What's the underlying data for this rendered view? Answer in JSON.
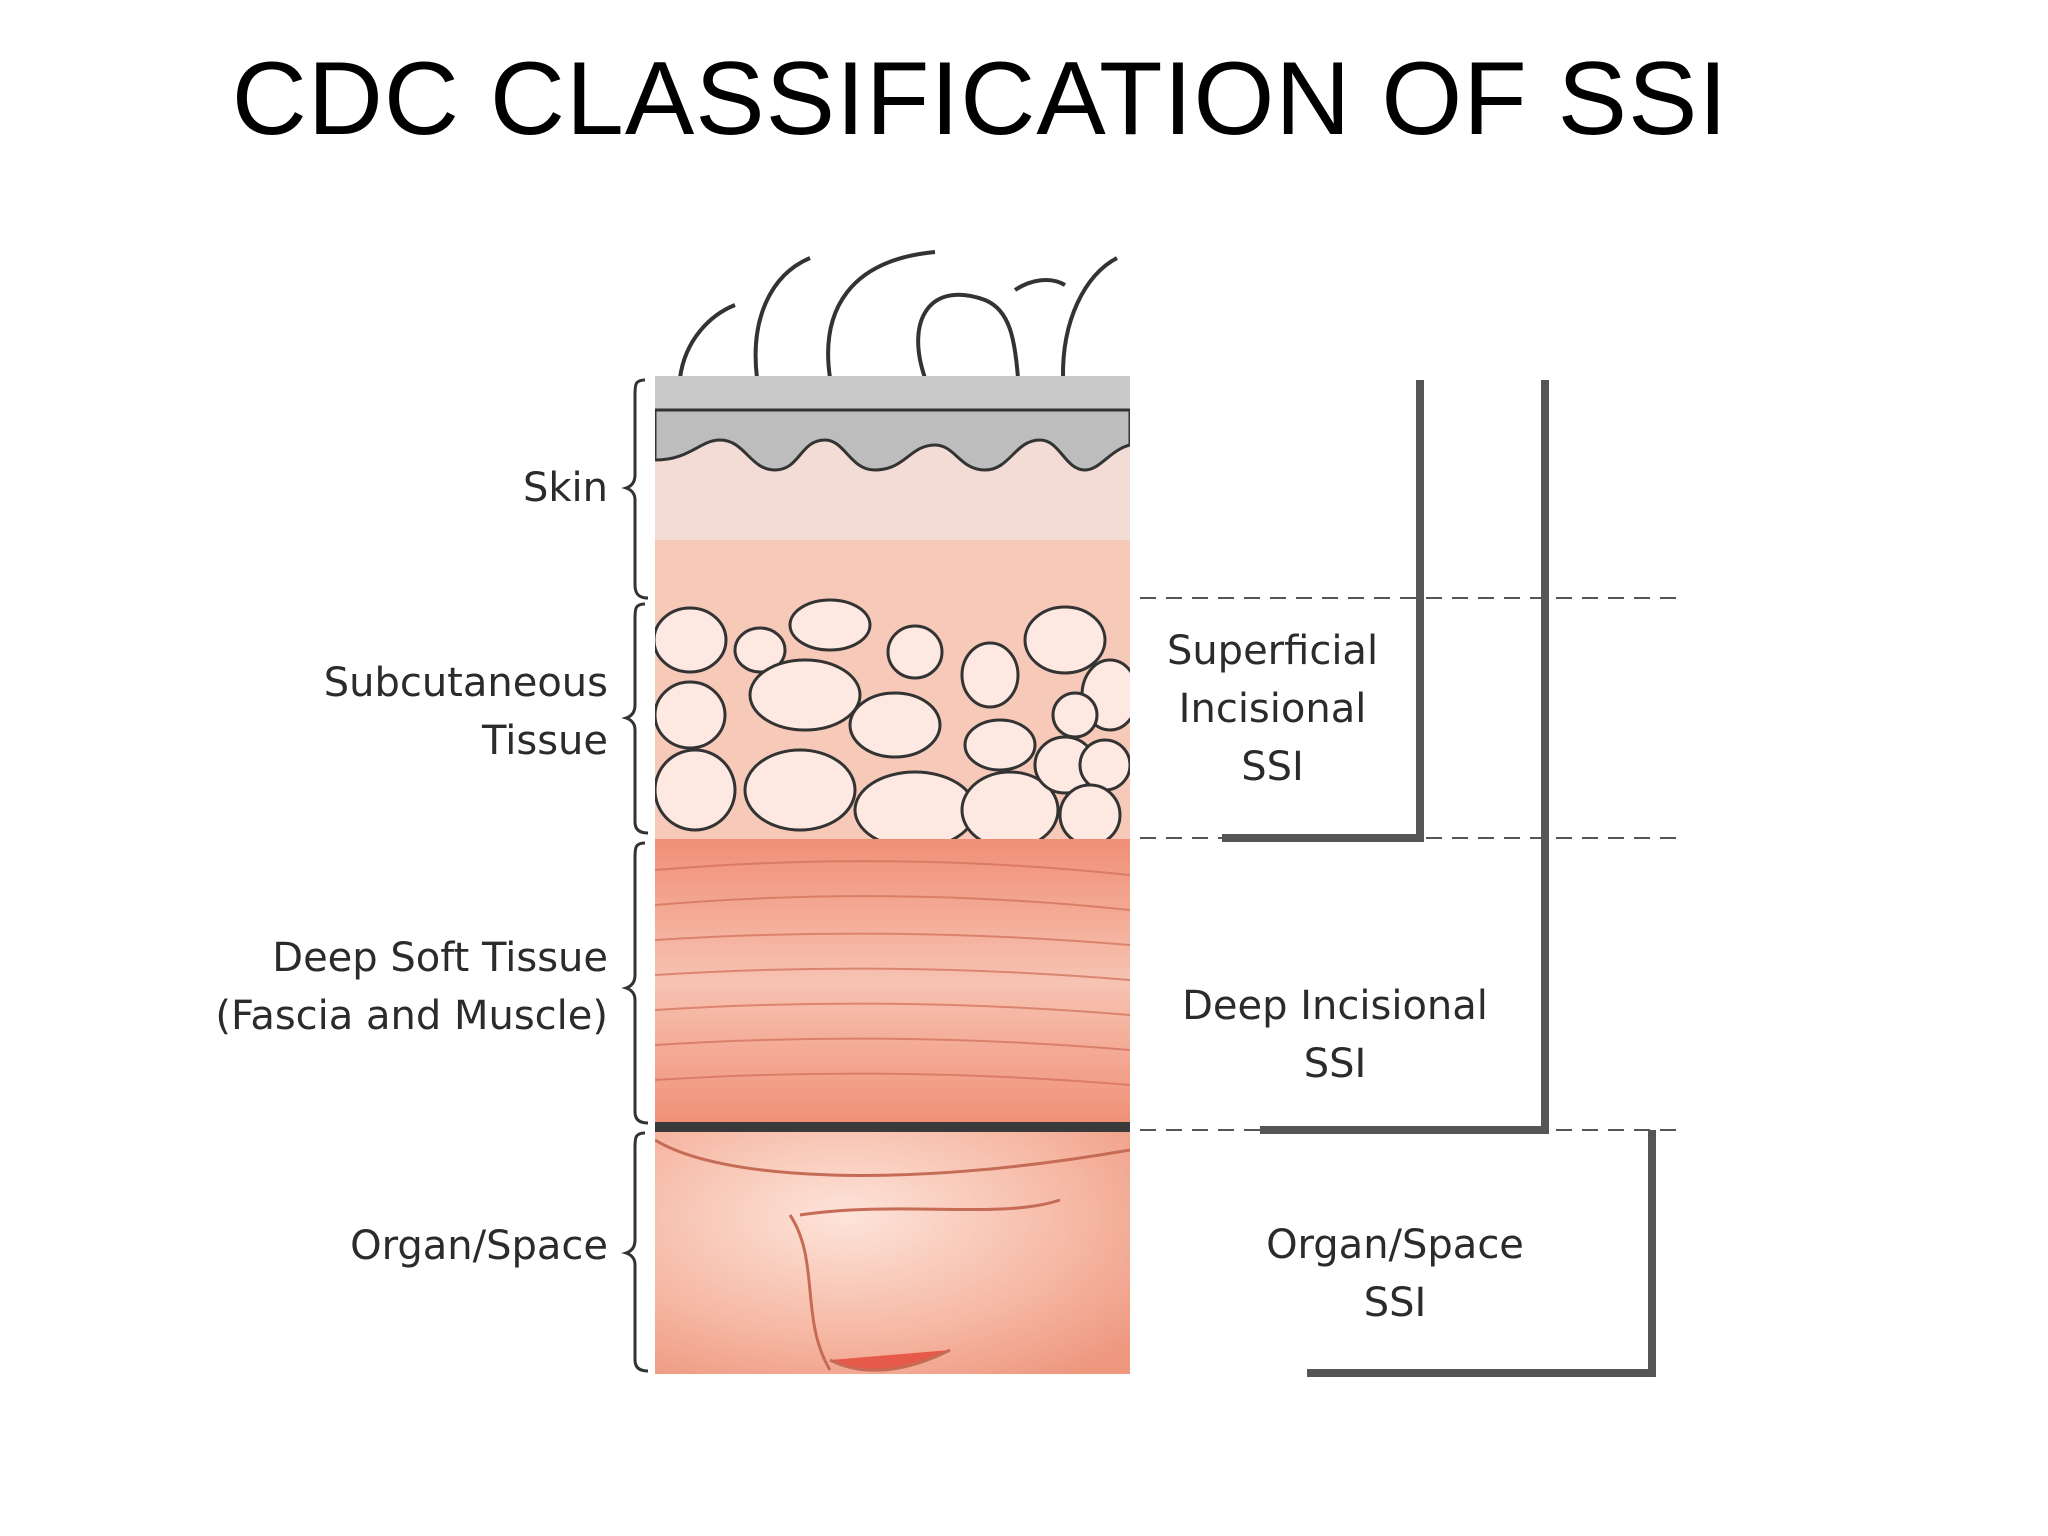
{
  "title": "CDC CLASSIFICATION OF SSI",
  "layers": [
    {
      "id": "skin",
      "lines": [
        "Skin"
      ]
    },
    {
      "id": "subcutaneous",
      "lines": [
        "Subcutaneous",
        "Tissue"
      ]
    },
    {
      "id": "deep",
      "lines": [
        "Deep Soft Tissue",
        "(Fascia and Muscle)"
      ]
    },
    {
      "id": "organ",
      "lines": [
        "Organ/Space"
      ]
    }
  ],
  "classifications": [
    {
      "id": "superficial",
      "lines": [
        "Superficial",
        "Incisional",
        "SSI"
      ]
    },
    {
      "id": "deep",
      "lines": [
        "Deep Incisional",
        "SSI"
      ]
    },
    {
      "id": "organ",
      "lines": [
        "Organ/Space",
        "SSI"
      ]
    }
  ],
  "colors": {
    "skin_epidermis": "#c9c9c9",
    "skin_dermis": "#f3dcd6",
    "subcutaneous": "#f6c9b8",
    "fat_cell": "#fde9e2",
    "muscle": "#f2a58e",
    "organ": "#f4b4a0",
    "line": "#4a4a4a"
  }
}
